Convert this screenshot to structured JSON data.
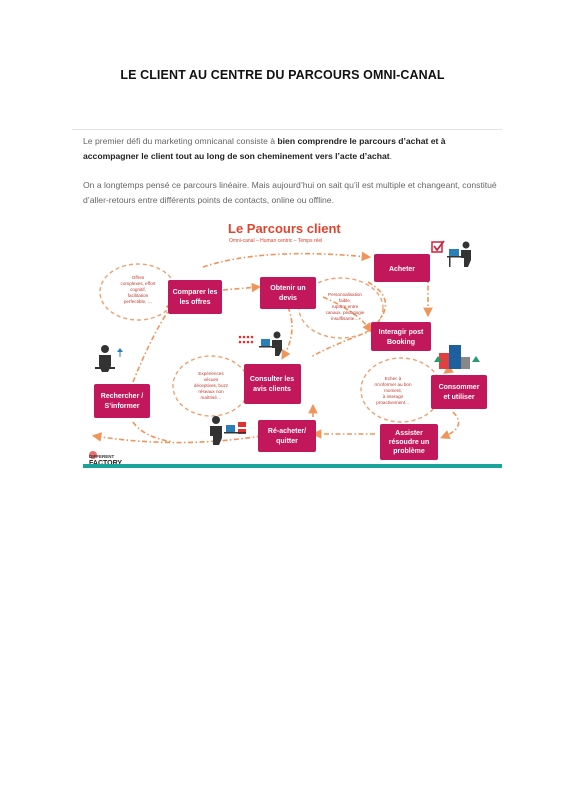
{
  "title": "LE CLIENT AU CENTRE DU PARCOURS OMNI-CANAL",
  "intro": {
    "part1": "Le premier défi du marketing omnicanal consiste à ",
    "bold": "bien comprendre le parcours d’achat et à accompagner le client tout au long de son cheminement vers l’acte d’achat",
    "part2": "."
  },
  "paragraph2": "On a longtemps pensé ce parcours linéaire. Mais aujourd’hui on sait qu’il est multiple et changeant, constitué d’aller-retours entre différents points de contacts, online ou offline.",
  "diagram": {
    "title": "Le Parcours client",
    "subtitle": "Omni-canal – Human centric – Temps réel",
    "colors": {
      "box": "#c2185b",
      "arrow": "#f0955a",
      "note_border": "#f0a070",
      "note_text": "#c0392b",
      "title": "#e0442d",
      "bottom_bar": "#1aa39a"
    },
    "steps": {
      "comparer": [
        "Comparer les",
        "les offres"
      ],
      "obtenir": [
        "Obtenir un",
        "devis"
      ],
      "acheter": [
        "Acheter"
      ],
      "interagir": [
        "Interagir post",
        "Booking"
      ],
      "consommer": [
        "Consommer",
        "et utiliser"
      ],
      "assister": [
        "Assister",
        "résoudre un",
        "problème"
      ],
      "reacheter": [
        "Ré-acheter/",
        "quitter"
      ],
      "consulter": [
        "Consulter les",
        "avis clients"
      ],
      "rechercher": [
        "Rechercher /",
        "S’informer"
      ]
    },
    "notes": {
      "offres": [
        "Offres",
        "complexes, effort",
        "cognitif,",
        "facilitation",
        "perfectible, …"
      ],
      "personnalisation": [
        "Personnalisation",
        "faible,",
        "rupture entre",
        "canaux, pédagogie",
        "insuffisante…"
      ],
      "experiences": [
        "Expériences",
        "vécues",
        "déceptives, buzz",
        "réseaux non",
        "maîtrisé…"
      ],
      "echec": [
        "Echec à",
        "m’informer au bon",
        "moment,",
        "à interagir",
        "proactivement…"
      ]
    },
    "logo": [
      "DIFFERENT",
      "FACTORY"
    ],
    "icons": [
      "checkmark-icon",
      "person-at-desk-icon",
      "buildings-icon",
      "person-thinking-icon",
      "devices-icon"
    ]
  }
}
